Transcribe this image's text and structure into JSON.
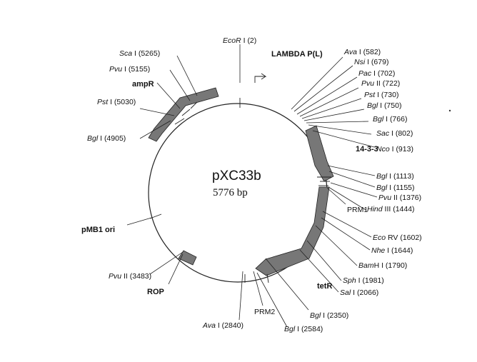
{
  "plasmid": {
    "name": "pXC33b",
    "size_label": "5776 bp",
    "size": 5776
  },
  "sites": [
    {
      "enzyme": "EcoR",
      "suffix": " I (2)",
      "pos": 2
    },
    {
      "enzyme": "Ava",
      "suffix": " I (582)",
      "pos": 582
    },
    {
      "enzyme": "Nsi",
      "suffix": " I (679)",
      "pos": 679
    },
    {
      "enzyme": "Pac",
      "suffix": " I (702)",
      "pos": 702
    },
    {
      "enzyme": "Pvu",
      "suffix": " II (722)",
      "pos": 722
    },
    {
      "enzyme": "Pst",
      "suffix": " I (730)",
      "pos": 730
    },
    {
      "enzyme": "Bgl",
      "suffix": " I (750)",
      "pos": 750
    },
    {
      "enzyme": "Bgl",
      "suffix": " I (766)",
      "pos": 766
    },
    {
      "enzyme": "Sac",
      "suffix": " I (802)",
      "pos": 802
    },
    {
      "enzyme": "Nco",
      "suffix": " I (913)",
      "pos": 913
    },
    {
      "enzyme": "Bgl",
      "suffix": " I (1113)",
      "pos": 1113
    },
    {
      "enzyme": "Bgl",
      "suffix": " I (1155)",
      "pos": 1155
    },
    {
      "enzyme": "Pvu",
      "suffix": " II (1376)",
      "pos": 1376
    },
    {
      "enzyme": "Hind",
      "suffix": " III (1444)",
      "pos": 1444
    },
    {
      "enzyme": "Eco",
      "suffix": " RV (1602)",
      "pos": 1602
    },
    {
      "enzyme": "Nhe",
      "suffix": " I (1644)",
      "pos": 1644
    },
    {
      "enzyme": "Bam",
      "suffix": "H I (1790)",
      "pos": 1790
    },
    {
      "enzyme": "Sph",
      "suffix": " I (1981)",
      "pos": 1981
    },
    {
      "enzyme": "Sal",
      "suffix": " I (2066)",
      "pos": 2066
    },
    {
      "enzyme": "Bgl",
      "suffix": " I (2350)",
      "pos": 2350
    },
    {
      "enzyme": "Bgl",
      "suffix": " I (2584)",
      "pos": 2584
    },
    {
      "enzyme": "Ava",
      "suffix": " I (2840)",
      "pos": 2840
    },
    {
      "enzyme": "Pvu",
      "suffix": " II (3483)",
      "pos": 3483
    },
    {
      "enzyme": "Bgl",
      "suffix": " I (4905)",
      "pos": 4905
    },
    {
      "enzyme": "Pst",
      "suffix": " I (5030)",
      "pos": 5030
    },
    {
      "enzyme": "Pvu",
      "suffix": " I (5155)",
      "pos": 5155
    },
    {
      "enzyme": "Sca",
      "suffix": " I (5265)",
      "pos": 5265
    }
  ],
  "features": [
    {
      "label": "LAMBDA P(L)"
    },
    {
      "label": "14-3-3"
    },
    {
      "label": "tetR"
    },
    {
      "label": "ROP"
    },
    {
      "label": "pMB1 ori"
    },
    {
      "label": "ampR"
    }
  ],
  "regulatory": [
    {
      "label": "PRM1"
    },
    {
      "label": "PRM2"
    }
  ]
}
